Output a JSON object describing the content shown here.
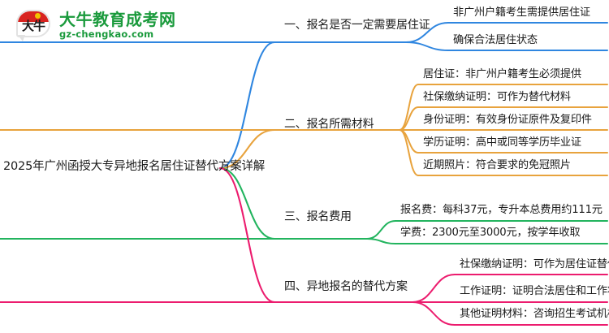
{
  "logo": {
    "mark_text": "大牛",
    "name": "大牛教育成考网",
    "url": "gz-chengkao.com",
    "brand_color": "#1a9a3c",
    "mark_color": "#d8231f"
  },
  "mindmap": {
    "root": {
      "label": "2025年广州函授大专异地报名居住证替代方案详解"
    },
    "branches": [
      {
        "label": "一、报名是否一定需要居住证",
        "color": "#2f86e0",
        "children": [
          {
            "label": "非广州户籍考生需提供居住证"
          },
          {
            "label": "确保合法居住状态"
          }
        ]
      },
      {
        "label": "二、报名所需材料",
        "color": "#e8a33d",
        "children": [
          {
            "label": "居住证：非广州户籍考生必须提供"
          },
          {
            "label": "社保缴纳证明：可作为替代材料"
          },
          {
            "label": "身份证明：有效身份证原件及复印件"
          },
          {
            "label": "学历证明：高中或同等学历毕业证"
          },
          {
            "label": "近期照片：符合要求的免冠照片"
          }
        ]
      },
      {
        "label": "三、报名费用",
        "color": "#22b45e",
        "children": [
          {
            "label": "报名费：每科37元，专升本总费用约111元"
          },
          {
            "label": "学费：2300元至3000元，按学年收取"
          }
        ]
      },
      {
        "label": "四、异地报名的替代方案",
        "color": "#ec1c6e",
        "children": [
          {
            "label": "社保缴纳证明：可作为居住证替代"
          },
          {
            "label": "工作证明：证明合法居住和工作状态"
          },
          {
            "label": "其他证明材料：咨询招生考试机构了解"
          }
        ]
      }
    ]
  }
}
